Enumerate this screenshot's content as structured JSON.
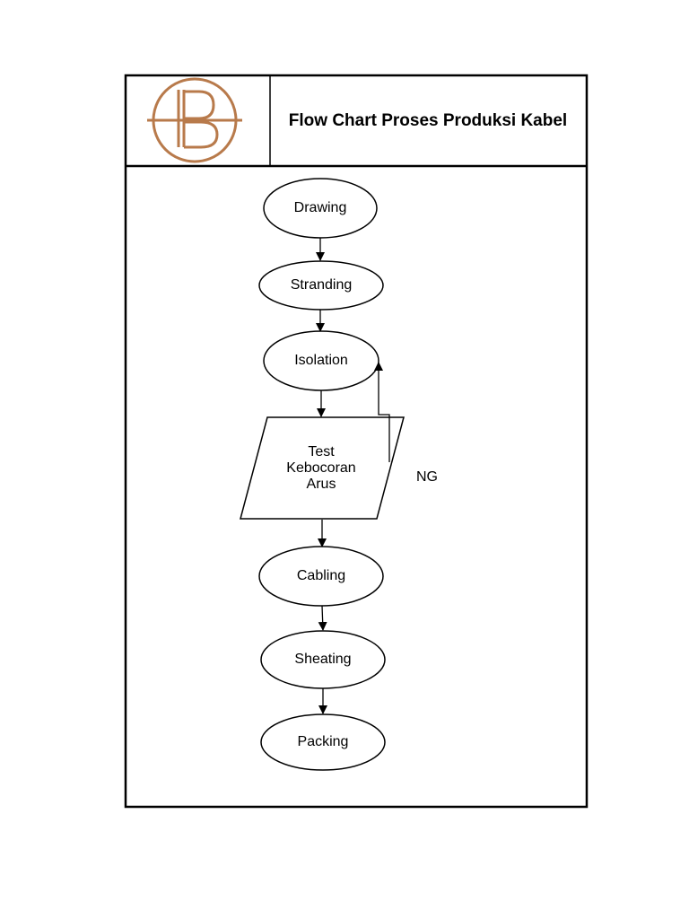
{
  "header": {
    "logo_color": "#B87A4B",
    "title": "Flow Chart Proses Produksi Kabel"
  },
  "nodes": {
    "drawing": "Drawing",
    "stranding": "Stranding",
    "isolation": "Isolation",
    "test_line1": "Test",
    "test_line2": "Kebocoran",
    "test_line3": "Arus",
    "cabling": "Cabling",
    "sheating": "Sheating",
    "packing": "Packing"
  },
  "edges": {
    "ng_label": "NG"
  }
}
